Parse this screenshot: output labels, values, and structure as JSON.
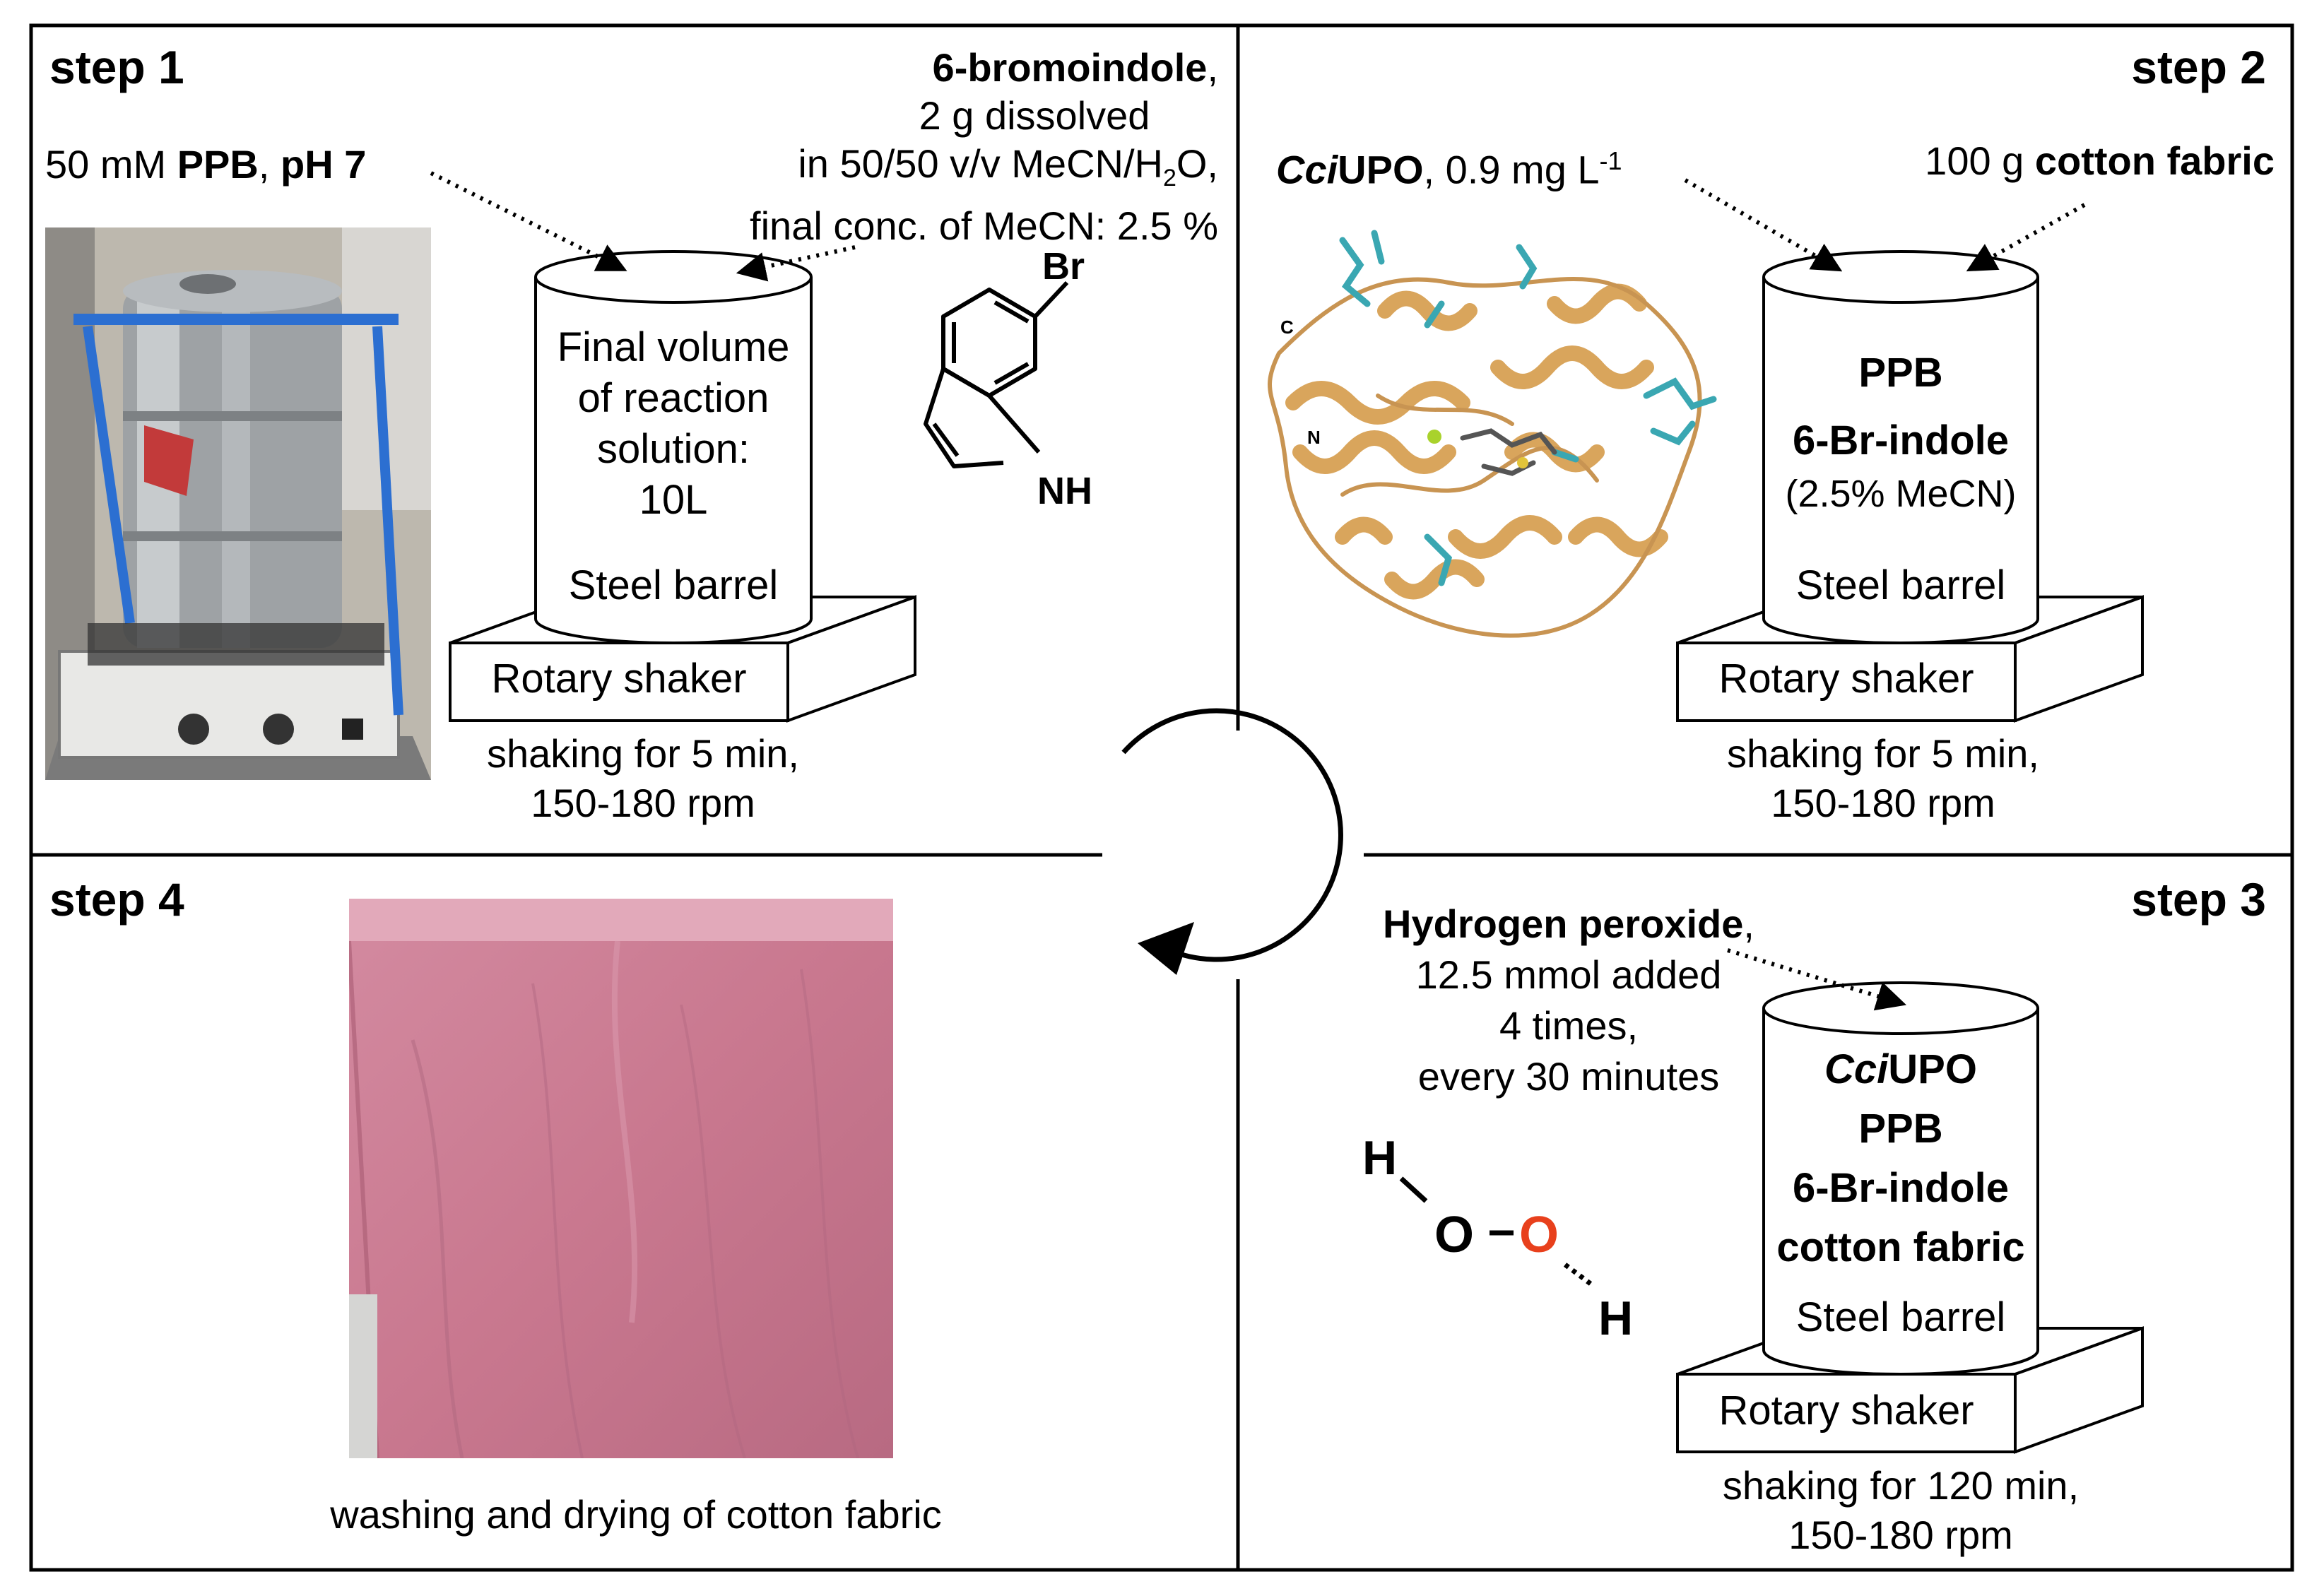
{
  "step1": {
    "title": "step 1",
    "ppb": {
      "prefix": "50 mM ",
      "b1": "PPB",
      "mid": ", ",
      "b2": "pH 7"
    },
    "bromoindole": {
      "name": "6-bromoindole",
      "name_suffix": ",",
      "line2": "2 g dissolved",
      "line3": "in 50/50 v/v MeCN/H",
      "line3_sub": "2",
      "line3_end": "O,",
      "line4": "final conc. of MeCN: 2.5 %"
    },
    "barrel_lines": [
      "Final volume",
      "of reaction",
      "solution:",
      "10L"
    ],
    "barrel_label": "Steel barrel",
    "shaker_label": "Rotary shaker",
    "shaking": [
      "shaking for 5 min,",
      "150-180 rpm"
    ],
    "structure": {
      "br": "Br",
      "nh": "NH"
    }
  },
  "step2": {
    "title": "step 2",
    "enzyme": {
      "italic": "Cci",
      "bold": "UPO",
      "rest": ", 0.9 mg L",
      "sup": "-1"
    },
    "cotton": {
      "prefix": "100 g ",
      "bold": "cotton fabric"
    },
    "barrel_lines": [
      "PPB",
      "6-Br-indole"
    ],
    "barrel_note": "(2.5% MeCN)",
    "barrel_label": "Steel barrel",
    "shaker_label": "Rotary shaker",
    "shaking": [
      "shaking for 5 min,",
      "150-180 rpm"
    ],
    "protein_labels": {
      "c": "C",
      "n": "N"
    }
  },
  "step3": {
    "title": "step 3",
    "h2o2": {
      "name": "Hydrogen peroxide",
      "suffix": ",",
      "lines": [
        "12.5 mmol added",
        "4 times,",
        "every 30 minutes"
      ]
    },
    "barrel_lines": {
      "enzyme_italic": "Cci",
      "enzyme_bold": "UPO",
      "others": [
        "PPB",
        "6-Br-indole",
        "cotton fabric"
      ]
    },
    "barrel_label": "Steel barrel",
    "shaker_label": "Rotary shaker",
    "shaking": [
      "shaking for 120 min,",
      "150-180 rpm"
    ],
    "molecule": {
      "h": "H",
      "o": "O"
    }
  },
  "step4": {
    "title": "step 4",
    "caption": "washing and drying of cotton fabric"
  },
  "colors": {
    "oxygen_red": "#e8401c",
    "fabric_pink": "#c9788f",
    "protein_tan": "#d9a55c",
    "ligand_cyan": "#3aa7b2",
    "steel": "#a9adb0"
  }
}
